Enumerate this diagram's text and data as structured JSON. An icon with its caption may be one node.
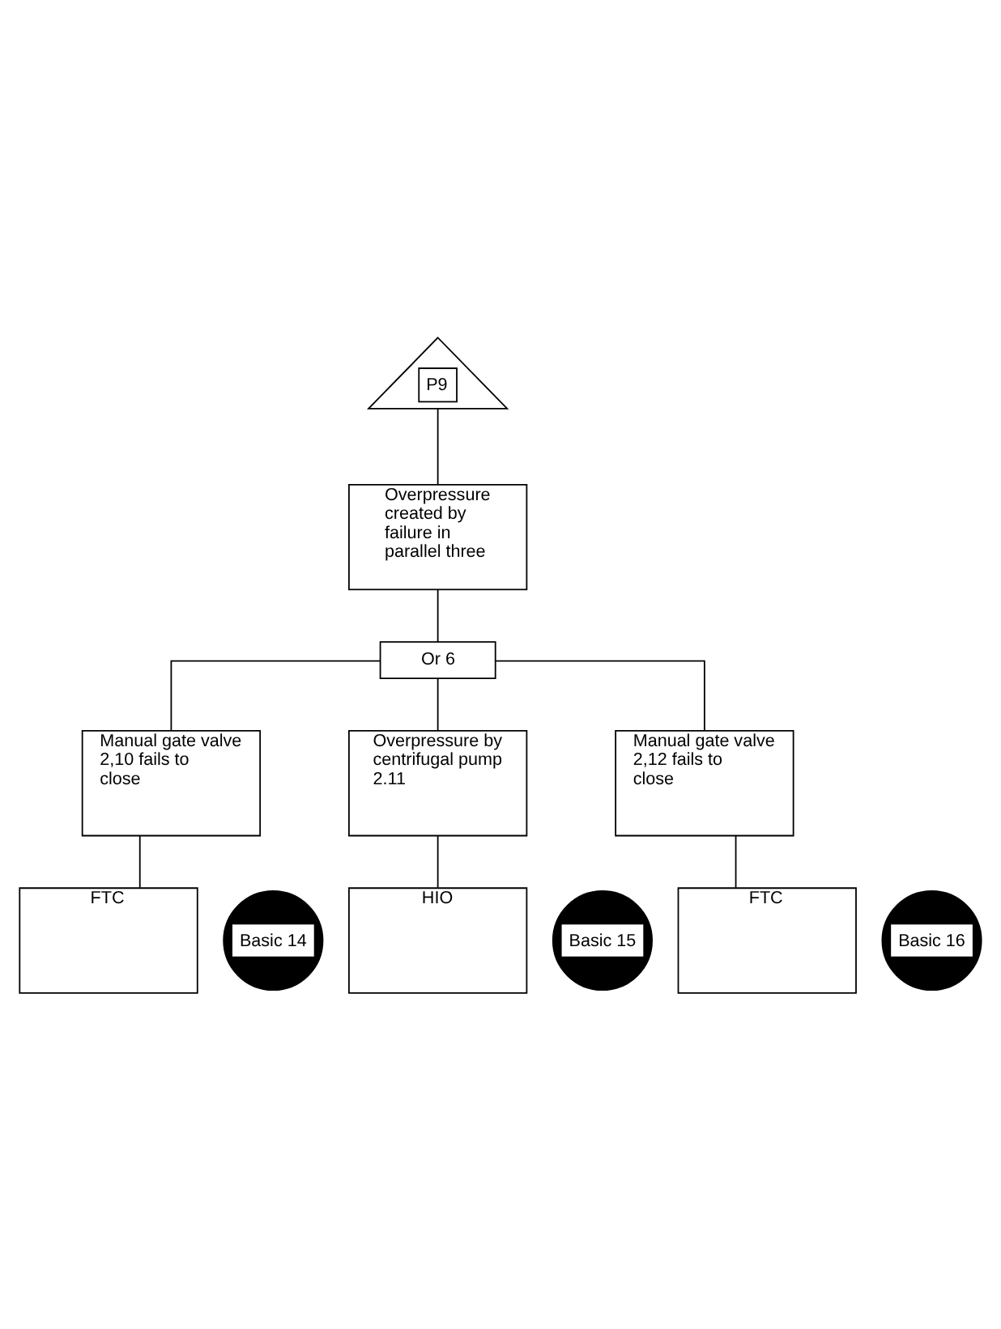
{
  "diagram": {
    "nodes": [
      {
        "text": [
          "P9"
        ]
      },
      {
        "text": [
          "Overpressure created by failure in parallel three"
        ]
      },
      {
        "text": [
          "Or 6"
        ]
      },
      {
        "text": [
          "Manual gate valve 2,10 fails to close"
        ]
      },
      {
        "text": [
          "Overpressure by centrifugal pump 2.11"
        ]
      },
      {
        "text": [
          "Manual gate valve 2,12 fails to close"
        ]
      },
      {
        "text": [
          "FTC"
        ]
      },
      {
        "text": [
          "HIO"
        ]
      },
      {
        "text": [
          "FTC"
        ]
      },
      {
        "text": [
          "Basic 14"
        ]
      },
      {
        "text": [
          "Basic 15"
        ]
      },
      {
        "text": [
          "Basic 16"
        ]
      }
    ],
    "edges": [
      {
        "from": 0,
        "to": 1,
        "arrow": "none"
      },
      {
        "from": 1,
        "to": 2,
        "arrow": "none"
      },
      {
        "from": 2,
        "to": 3,
        "arrow": "none"
      },
      {
        "from": 2,
        "to": 4,
        "arrow": "none"
      },
      {
        "from": 2,
        "to": 5,
        "arrow": "none"
      },
      {
        "from": 3,
        "to": 6,
        "arrow": "none"
      },
      {
        "from": 4,
        "to": 7,
        "arrow": "none"
      },
      {
        "from": 5,
        "to": 8,
        "arrow": "none"
      }
    ]
  }
}
